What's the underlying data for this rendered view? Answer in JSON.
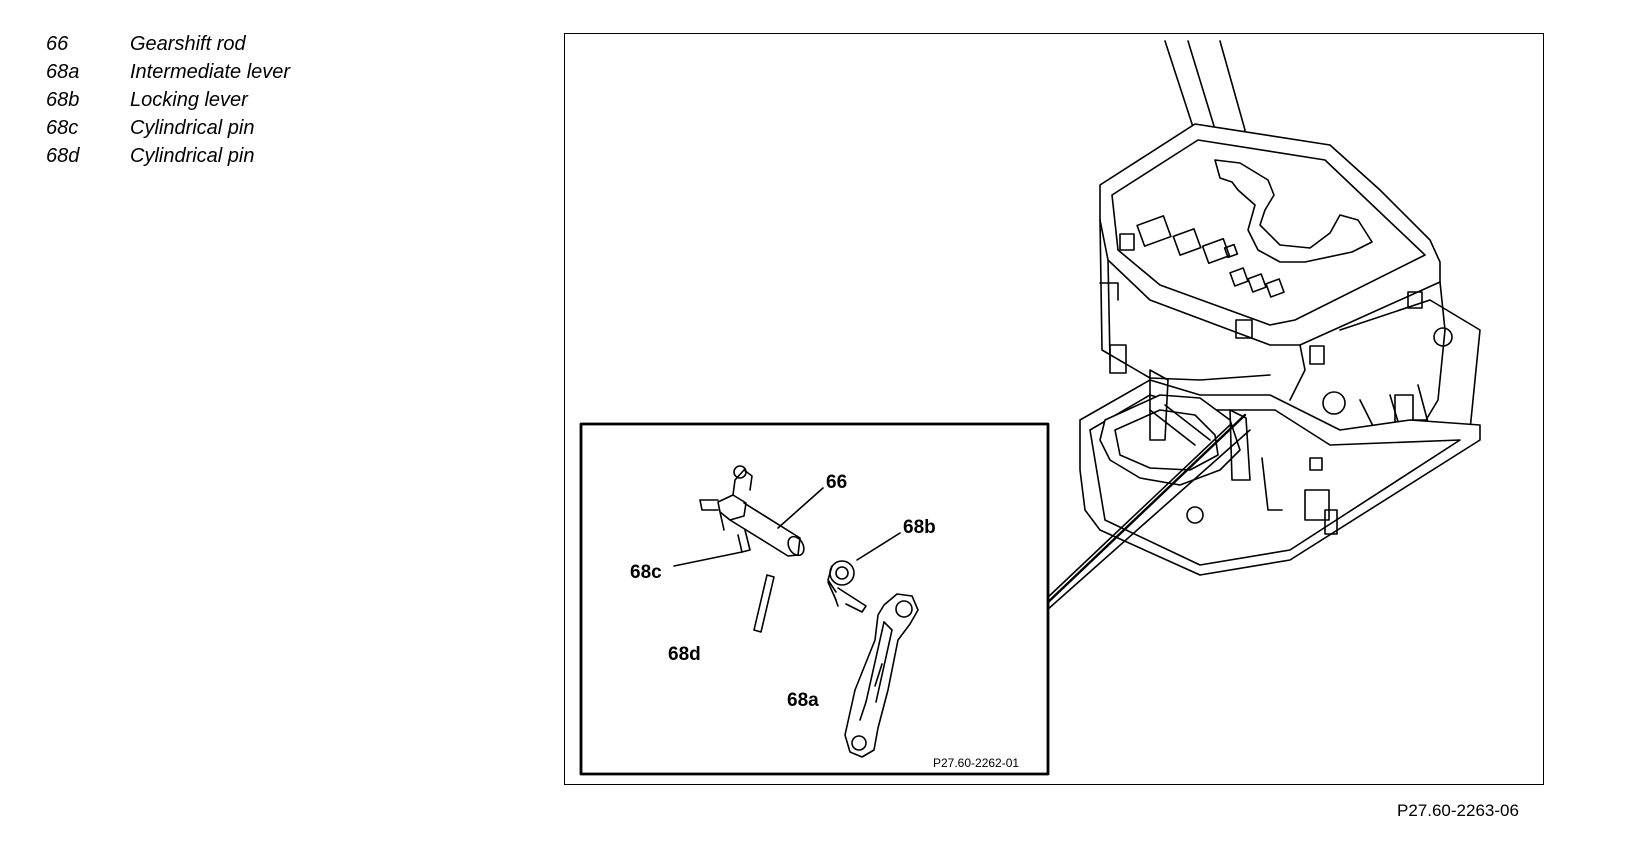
{
  "legend": [
    {
      "num": "66",
      "text": "Gearshift rod"
    },
    {
      "num": "68a",
      "text": "Intermediate lever"
    },
    {
      "num": "68b",
      "text": "Locking lever"
    },
    {
      "num": "68c",
      "text": "Cylindrical pin"
    },
    {
      "num": "68d",
      "text": "Cylindrical pin"
    }
  ],
  "callouts": {
    "c66": "66",
    "c68b": "68b",
    "c68c": "68c",
    "c68d": "68d",
    "c68a": "68a"
  },
  "inset_code": "P27.60-2262-01",
  "figure_code": "P27.60-2263-06"
}
